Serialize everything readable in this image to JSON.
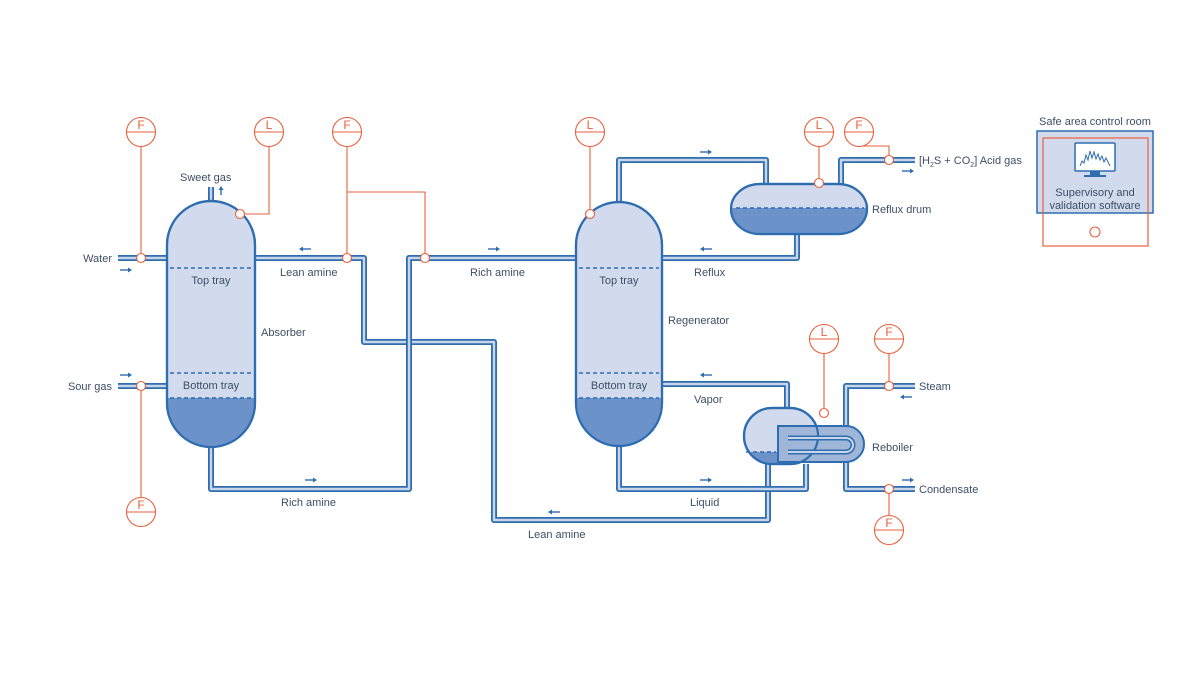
{
  "labels": {
    "sweet_gas": "Sweet gas",
    "water": "Water",
    "sour_gas": "Sour gas",
    "absorber": "Absorber",
    "absorber_top_tray": "Top tray",
    "absorber_bottom_tray": "Bottom tray",
    "lean_amine_top": "Lean amine",
    "rich_amine_mid": "Rich amine",
    "rich_amine_bottom": "Rich amine",
    "lean_amine_bottom": "Lean amine",
    "regenerator": "Regenerator",
    "regen_top_tray": "Top tray",
    "regen_bottom_tray": "Bottom tray",
    "reflux": "Reflux",
    "reflux_drum": "Reflux drum",
    "vapor": "Vapor",
    "liquid": "Liquid",
    "reboiler": "Reboiler",
    "steam": "Steam",
    "condensate": "Condensate",
    "acid_gas_prefix": "[H",
    "acid_gas_sub1": "2",
    "acid_gas_mid": "S + CO",
    "acid_gas_sub2": "2",
    "acid_gas_suffix": "] Acid gas"
  },
  "control_room": {
    "title": "Safe area control room",
    "software_line1": "Supervisory and",
    "software_line2": "validation software"
  },
  "instruments": {
    "flow": "F",
    "level": "L"
  },
  "colors": {
    "pipe": "#2e6db0",
    "vessel_fill": "#d2dbed",
    "liquid": "#6b92c9",
    "instrument": "#e8603c",
    "text": "#3d4f66"
  }
}
